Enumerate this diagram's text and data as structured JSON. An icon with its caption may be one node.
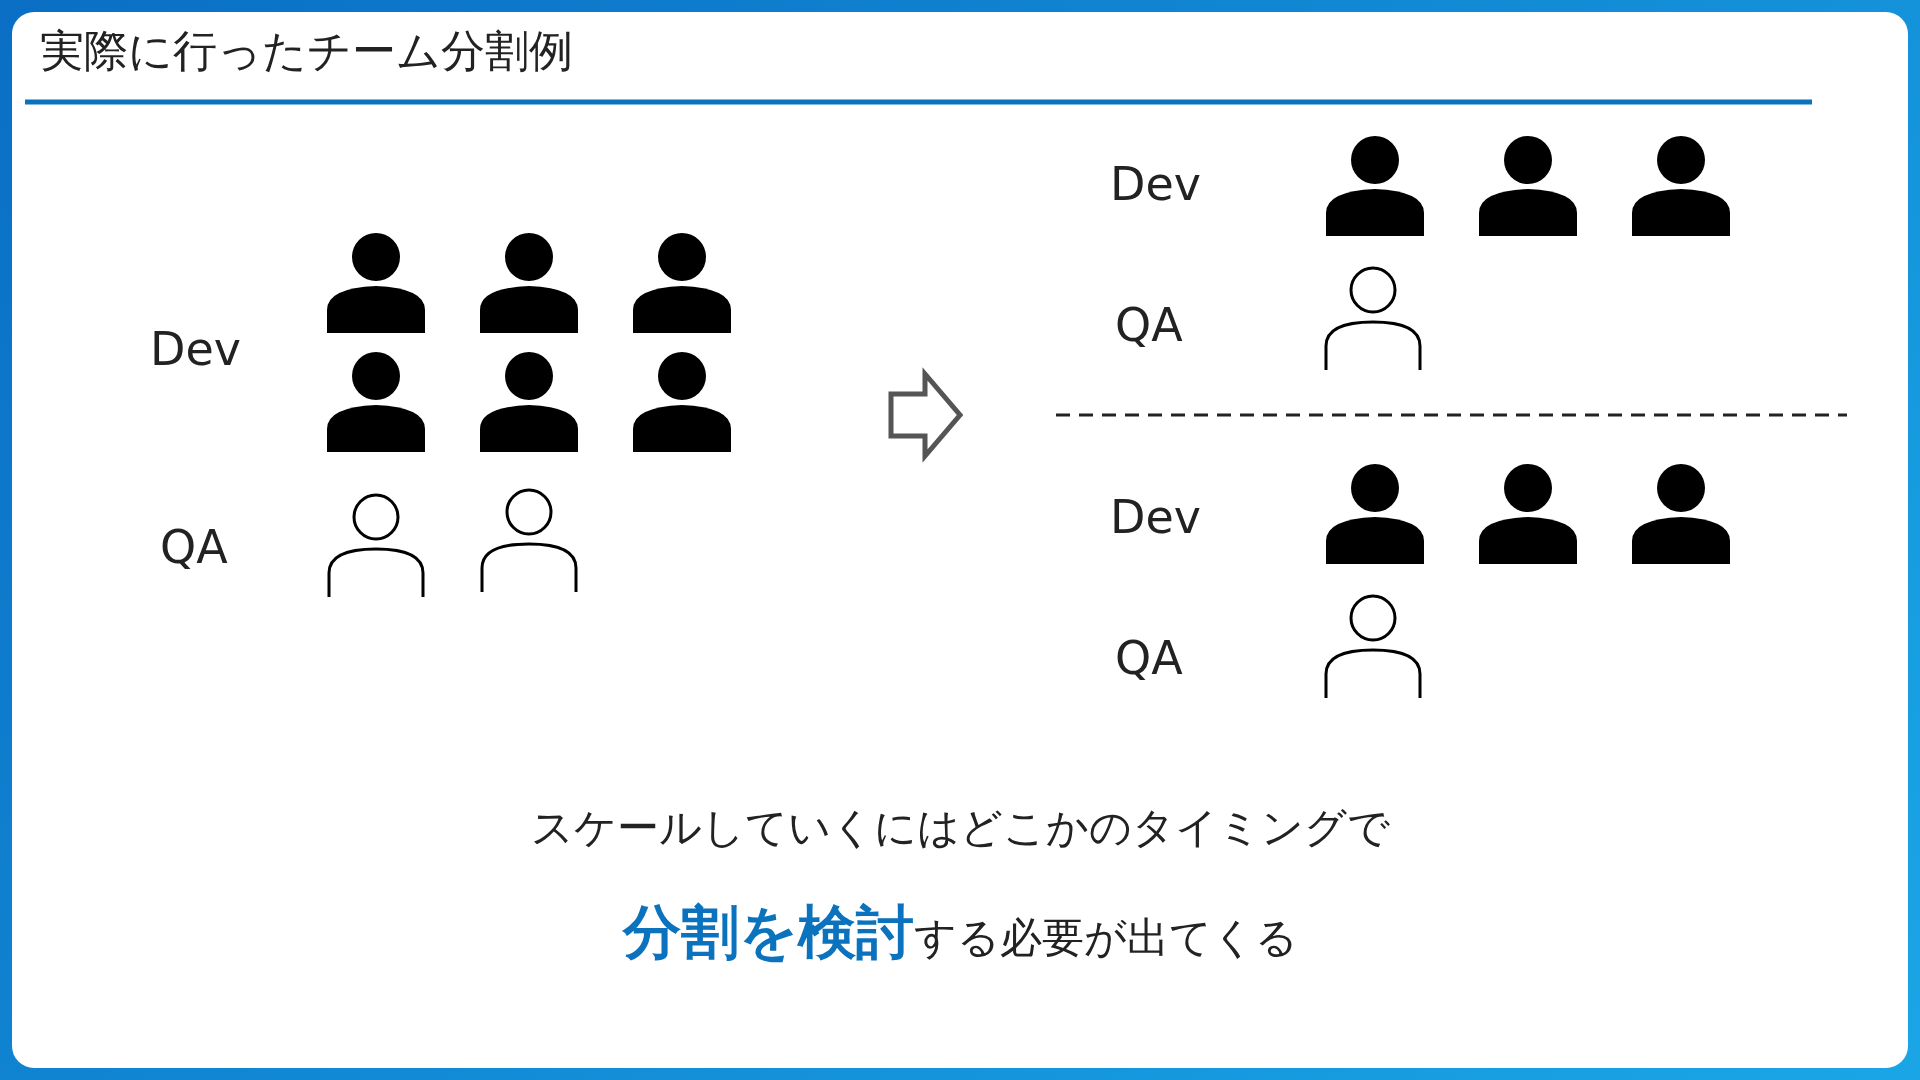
{
  "diagram": {
    "title": "実際に行ったチーム分割例",
    "labels": [
      "Dev",
      "QA",
      "Dev",
      "QA",
      "Dev",
      "QA",
      "スケールしていくにはどこかのタイミングで",
      "**分割を検討**する必要が出てくる"
    ]
  }
}
